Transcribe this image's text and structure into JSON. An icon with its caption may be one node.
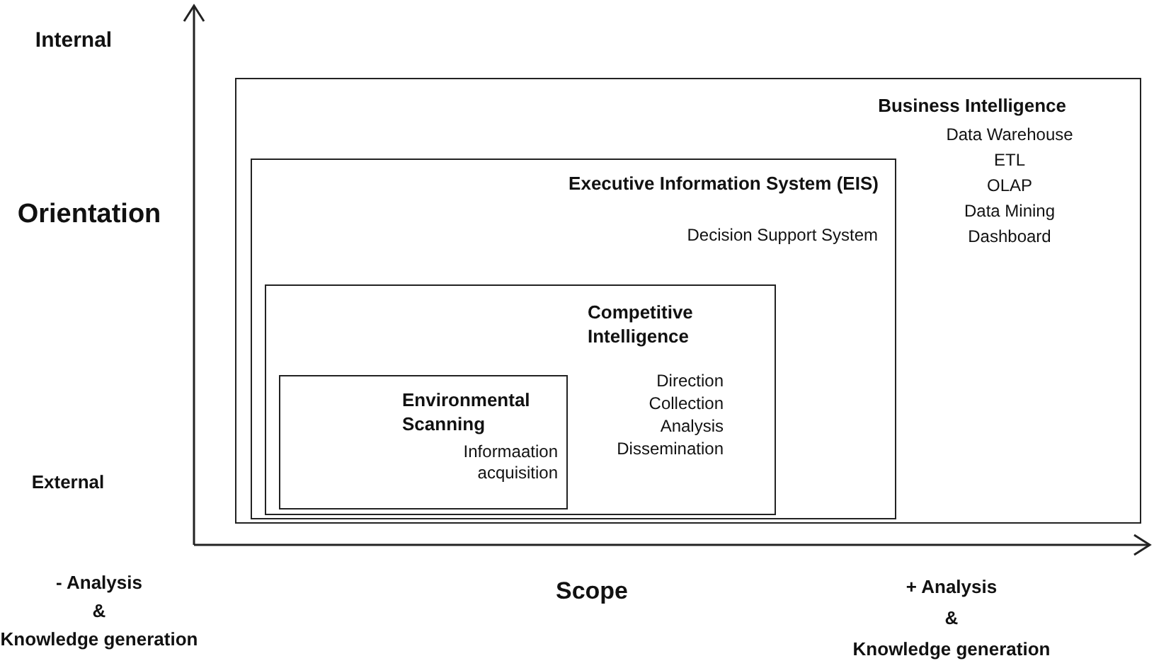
{
  "diagram": {
    "nodes": [
      {
        "text": [
          "Business Intelligence",
          "Data Warehouse",
          "ETL",
          "OLAP",
          "Data Mining",
          "Dashboard"
        ]
      },
      {
        "text": [
          "Executive Information System (EIS)",
          "Decision Support System"
        ],
        "in": 0
      },
      {
        "text": [
          "Competitive Intelligence",
          "Direction",
          "Collection",
          "Analysis",
          "Dissemination"
        ],
        "in": 1
      },
      {
        "text": [
          "Environmental Scanning",
          "Informaation acquisition"
        ],
        "in": 2
      }
    ],
    "labels": [
      "Internal",
      "Orientation",
      "External",
      "- Analysis",
      "&",
      "Knowledge generation",
      "Scope",
      "+ Analysis",
      "&",
      "Knowledge generation"
    ]
  }
}
